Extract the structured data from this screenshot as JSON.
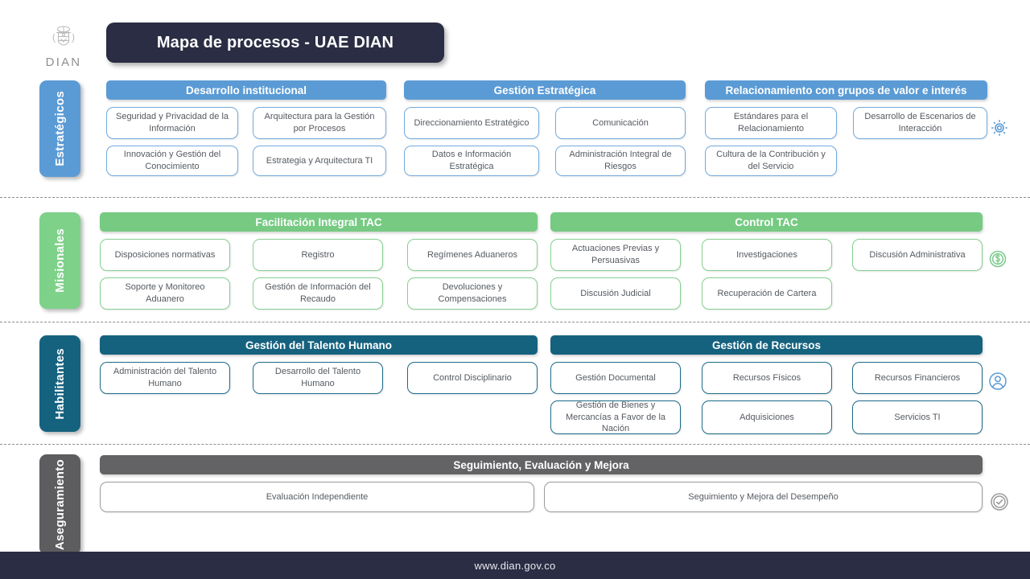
{
  "header": {
    "logo_word": "DIAN",
    "title": "Mapa de procesos - UAE DIAN"
  },
  "footer": {
    "url": "www.dian.gov.co"
  },
  "colors": {
    "title_bar": "#2b2d44",
    "estrategicos": "#5b9bd5",
    "misionales": "#76ca82",
    "habilitantes": "#15627f",
    "aseguramiento": "#636365",
    "card_text": "#555a60"
  },
  "bands": [
    {
      "id": "estrategicos",
      "label": "Estratégicos",
      "icon": "gear-icon",
      "groups": [
        {
          "title": "Desarrollo institucional",
          "cards": [
            "Seguridad y Privacidad de la Información",
            "Arquitectura para la Gestión por Procesos",
            "Innovación y Gestión del Conocimiento",
            "Estrategia y Arquitectura TI"
          ]
        },
        {
          "title": "Gestión Estratégica",
          "cards": [
            "Direccionamiento Estratégico",
            "Comunicación",
            "Datos e Información Estratégica",
            "Administración Integral de Riesgos"
          ]
        },
        {
          "title": "Relacionamiento con grupos de valor e interés",
          "cards": [
            "Estándares  para el Relacionamiento",
            "Desarrollo de Escenarios  de Interacción",
            "Cultura de la Contribución  y del Servicio"
          ]
        }
      ]
    },
    {
      "id": "misionales",
      "label": "Misionales",
      "icon": "dollar-coin-icon",
      "groups": [
        {
          "title": "Facilitación Integral TAC",
          "cards": [
            "Disposiciones normativas",
            "Registro",
            "Regímenes Aduaneros",
            "Soporte y Monitoreo Aduanero",
            "Gestión de Información del Recaudo",
            "Devoluciones y Compensaciones"
          ]
        },
        {
          "title": "Control TAC",
          "cards": [
            "Actuaciones Previas y Persuasivas",
            "Investigaciones",
            "Discusión Administrativa",
            "Discusión Judicial",
            "Recuperación de Cartera"
          ]
        }
      ]
    },
    {
      "id": "habilitantes",
      "label": "Habilitantes",
      "icon": "user-circle-icon",
      "groups": [
        {
          "title": "Gestión del Talento Humano",
          "cards": [
            "Administración del Talento Humano",
            "Desarrollo del Talento Humano",
            "Control Disciplinario"
          ]
        },
        {
          "title": "Gestión de Recursos",
          "cards": [
            "Gestión Documental",
            "Recursos Físicos",
            "Recursos Financieros",
            "Gestión de Bienes y Mercancías a Favor de la Nación",
            "Adquisiciones",
            "Servicios TI"
          ]
        }
      ]
    },
    {
      "id": "aseguramiento",
      "label": "Aseguramiento",
      "icon": "check-circle-icon",
      "groups": [
        {
          "title": "Seguimiento, Evaluación y Mejora",
          "cards": [
            "Evaluación Independiente",
            "Seguimiento y Mejora del Desempeño"
          ]
        }
      ]
    }
  ]
}
